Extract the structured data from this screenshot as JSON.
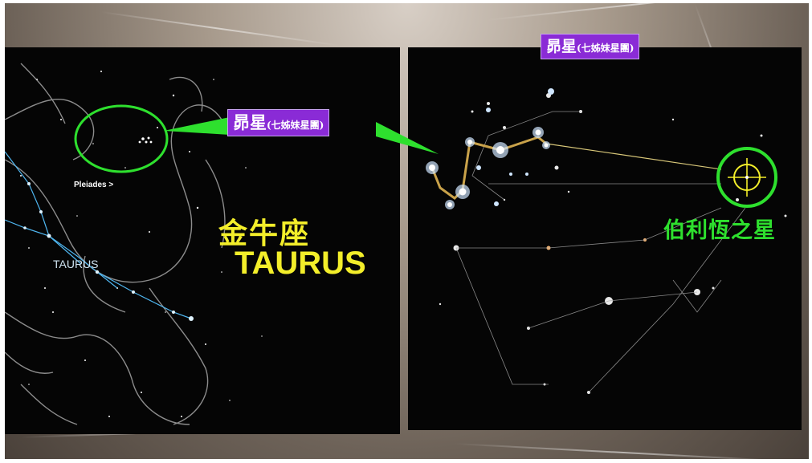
{
  "labels": {
    "pleiades_main": "昴星",
    "pleiades_sub": "(七姊妹星團)",
    "taurus_zh": "金牛座",
    "taurus_en": "TAURUS",
    "bethlehem_star": "伯利恆之星",
    "chart_pleiades": "Pleiades >",
    "chart_taurus": "TAURUS"
  },
  "colors": {
    "highlight_green": "#2ee02e",
    "label_purple": "#8a2bd6",
    "title_yellow": "#f3ee2a",
    "constellation_line": "#4fb6f0",
    "asterism_gold": "#c9a24a"
  }
}
